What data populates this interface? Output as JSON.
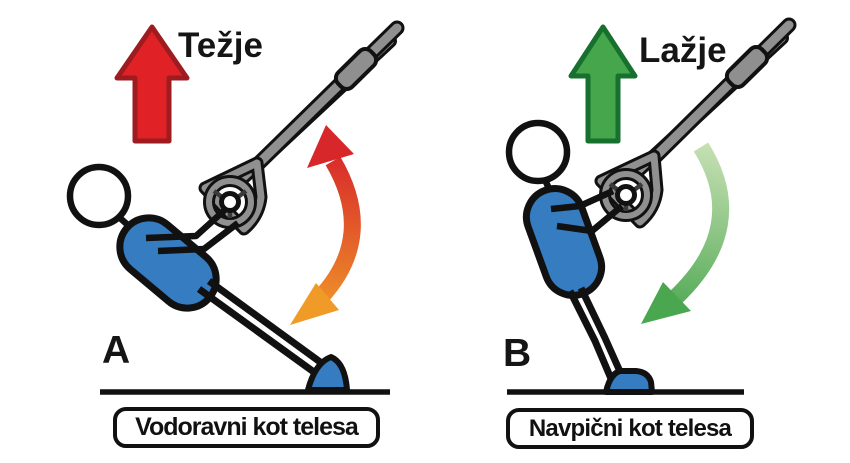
{
  "diagram": {
    "left_panel": {
      "effort_label": "Težje",
      "panel_letter": "A",
      "caption": "Vodoravni kot telesa",
      "effort_arrow_direction": "up",
      "swing_arrow_style": "double-headed red-to-orange curve"
    },
    "right_panel": {
      "effort_label": "Lažje",
      "panel_letter": "B",
      "caption": "Navpični kot telesa",
      "effort_arrow_direction": "up",
      "swing_arrow_style": "single-headed light-to-dark green curve"
    }
  },
  "colors": {
    "background": "#ffffff",
    "outline": "#111111",
    "red_arrow_fill": "#e02227",
    "red_arrow_stroke": "#9e1b20",
    "green_arrow_fill": "#46a64b",
    "green_arrow_stroke": "#17702d",
    "body_fill": "#357cc0",
    "strap_gray": "#909090",
    "buckle_gray": "#8f8f8f",
    "swing_left_start": "#d8272b",
    "swing_left_end": "#f09b28",
    "swing_right_start": "#c8e1b5",
    "swing_right_end": "#4aa64f"
  }
}
